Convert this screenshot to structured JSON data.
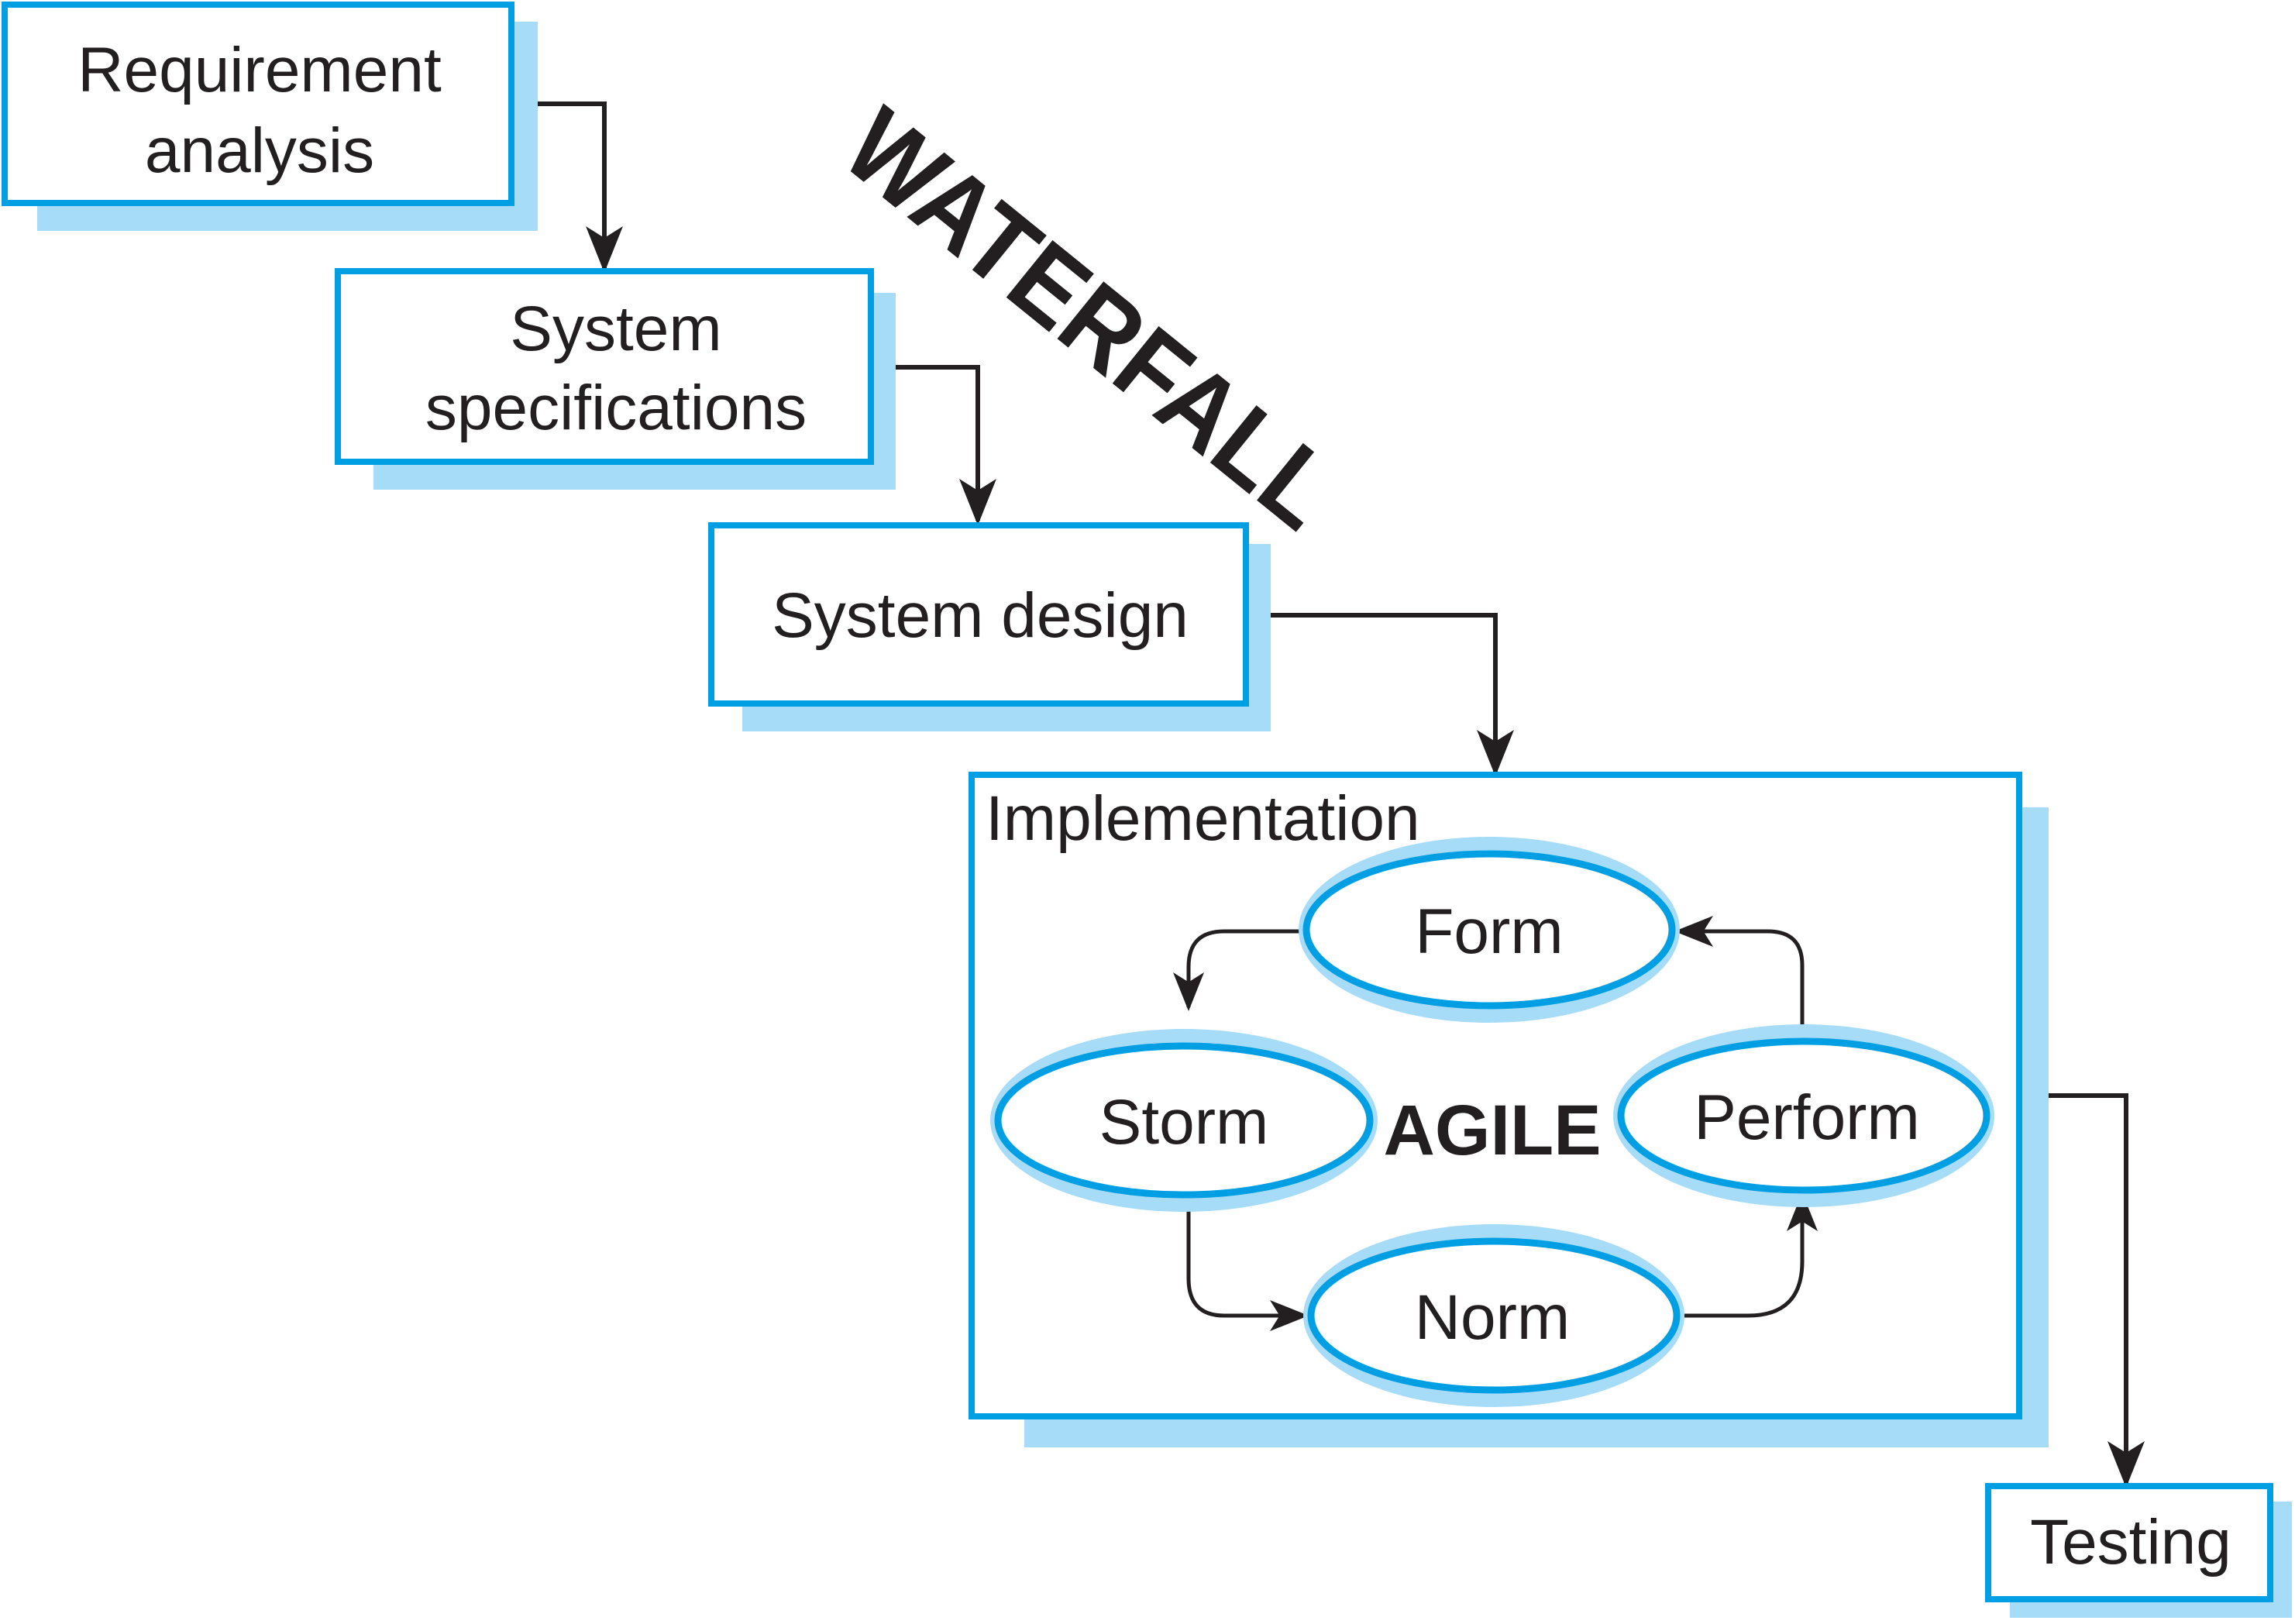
{
  "diagram": {
    "colors": {
      "border": "#009fe3",
      "shadow": "#a6dcf7",
      "text": "#231f20",
      "connector": "#231f20",
      "background": "#ffffff"
    },
    "waterfall_label": "WATERFALL",
    "agile_label": "AGILE",
    "stages": {
      "requirement_line1": "Requirement",
      "requirement_line2": "analysis",
      "specifications_line1": "System",
      "specifications_line2": "specifications",
      "design": "System design",
      "implementation": "Implementation",
      "testing": "Testing"
    },
    "agile_cycle": {
      "form": "Form",
      "storm": "Storm",
      "norm": "Norm",
      "perform": "Perform"
    }
  }
}
